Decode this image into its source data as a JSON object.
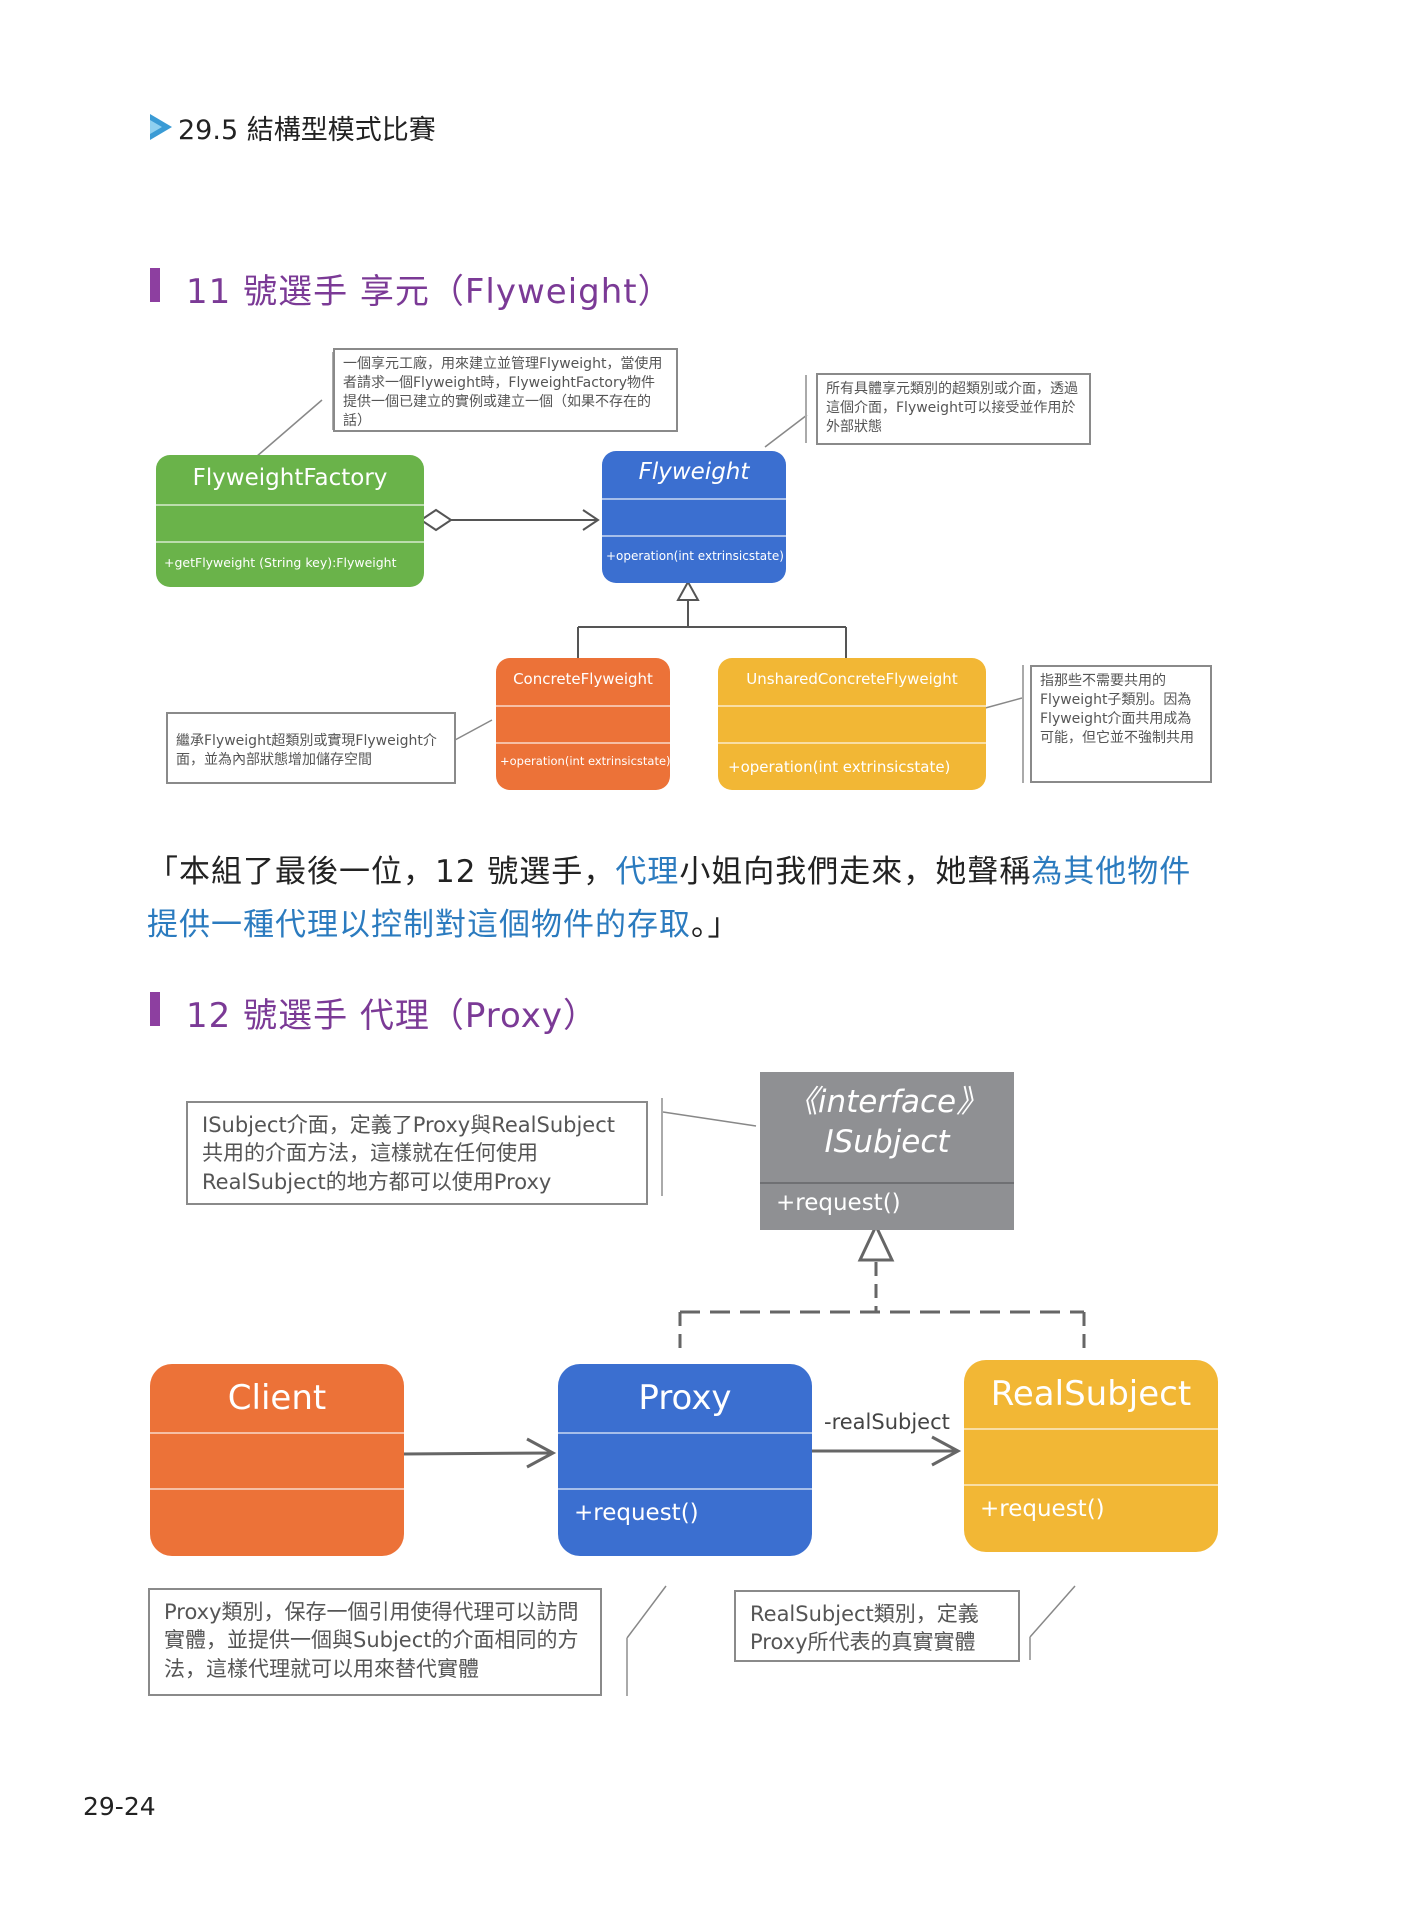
{
  "header": {
    "title": "29.5  結構型模式比賽"
  },
  "section_flyweight": {
    "title": "11 號選手 享元（Flyweight）",
    "notes": {
      "factory": "一個享元工廠，用來建立並管理Flyweight，當使用者請求一個Flyweight時，FlyweightFactory物件提供一個已建立的實例或建立一個（如果不存在的話）",
      "flyweight": "所有具體享元類別的超類別或介面，透過這個介面，Flyweight可以接受並作用於外部狀態",
      "concrete": "繼承Flyweight超類別或實現Flyweight介面，並為內部狀態增加儲存空間",
      "unshared": "指那些不需要共用的Flyweight子類別。因為Flyweight介面共用成為可能，但它並不強制共用"
    },
    "classes": {
      "factory": {
        "name": "FlyweightFactory",
        "method": "+getFlyweight (String key):Flyweight"
      },
      "flyweight": {
        "name": "Flyweight",
        "method": "+operation(int extrinsicstate)"
      },
      "concrete": {
        "name": "ConcreteFlyweight",
        "method": "+operation(int extrinsicstate)"
      },
      "unshared": {
        "name": "UnsharedConcreteFlyweight",
        "method": "+operation(int extrinsicstate)"
      }
    }
  },
  "paragraph": {
    "part1": "「本組了最後一位，12 號選手，",
    "part2": "代理",
    "part3": "小姐向我們走來，她聲稱",
    "part4": "為其他物件",
    "part5": "提供一種代理以控制對這個物件的存取",
    "part6": "。」"
  },
  "section_proxy": {
    "title": "12 號選手 代理（Proxy）",
    "notes": {
      "isubject": "ISubject介面，定義了Proxy與RealSubject共用的介面方法，這樣就在任何使用RealSubject的地方都可以使用Proxy",
      "proxy": "Proxy類別，保存一個引用使得代理可以訪問實體，並提供一個與Subject的介面相同的方法，這樣代理就可以用來替代實體",
      "realsubject": "RealSubject類別，定義Proxy所代表的真實實體"
    },
    "classes": {
      "isubject": {
        "stereotype": "《interface》",
        "name": "ISubject",
        "method": "+request()"
      },
      "client": {
        "name": "Client"
      },
      "proxy": {
        "name": "Proxy",
        "method": "+request()"
      },
      "realsubject": {
        "name": "RealSubject",
        "method": "+request()"
      }
    },
    "association_label": "-realSubject"
  },
  "footer": {
    "page_number": "29-24"
  },
  "colors": {
    "green": "#6ab34a",
    "blue": "#3b6fd0",
    "orange": "#ec7238",
    "yellow": "#f2b735",
    "gray": "#8f9093",
    "purple": "#7b3a96",
    "link_blue": "#2b7bbf"
  }
}
